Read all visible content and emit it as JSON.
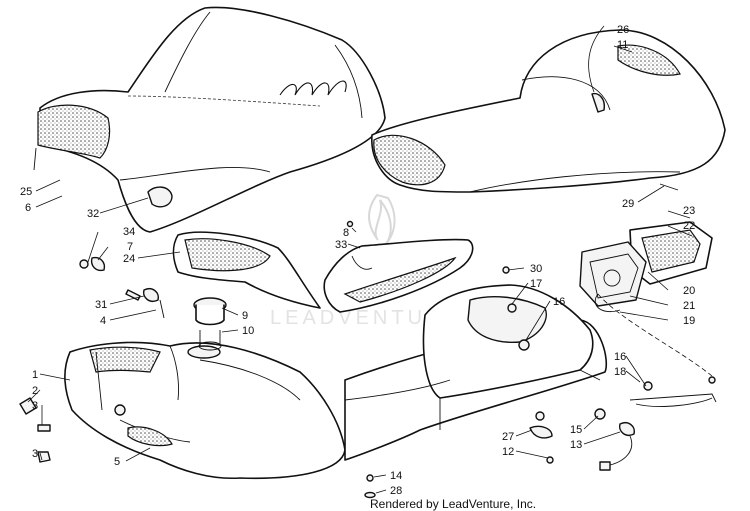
{
  "watermark": {
    "text": "LEADVENTURE"
  },
  "credit": {
    "text": "Rendered by LeadVenture, Inc."
  },
  "callouts": [
    {
      "id": "c-26a",
      "label": "26"
    },
    {
      "id": "c-11",
      "label": "11"
    },
    {
      "id": "c-25",
      "label": "25"
    },
    {
      "id": "c-6",
      "label": "6"
    },
    {
      "id": "c-32",
      "label": "32"
    },
    {
      "id": "c-29",
      "label": "29"
    },
    {
      "id": "c-23",
      "label": "23"
    },
    {
      "id": "c-22",
      "label": "22"
    },
    {
      "id": "c-8",
      "label": "8"
    },
    {
      "id": "c-33",
      "label": "33"
    },
    {
      "id": "c-34",
      "label": "34"
    },
    {
      "id": "c-7",
      "label": "7"
    },
    {
      "id": "c-24",
      "label": "24"
    },
    {
      "id": "c-30",
      "label": "30"
    },
    {
      "id": "c-17",
      "label": "17"
    },
    {
      "id": "c-16a",
      "label": "16"
    },
    {
      "id": "c-20",
      "label": "20"
    },
    {
      "id": "c-21",
      "label": "21"
    },
    {
      "id": "c-19",
      "label": "19"
    },
    {
      "id": "c-31",
      "label": "31"
    },
    {
      "id": "c-9",
      "label": "9"
    },
    {
      "id": "c-4",
      "label": "4"
    },
    {
      "id": "c-10",
      "label": "10"
    },
    {
      "id": "c-1",
      "label": "1"
    },
    {
      "id": "c-2",
      "label": "2"
    },
    {
      "id": "c-3a",
      "label": "3"
    },
    {
      "id": "c-16b",
      "label": "16"
    },
    {
      "id": "c-18",
      "label": "18"
    },
    {
      "id": "c-15",
      "label": "15"
    },
    {
      "id": "c-13",
      "label": "13"
    },
    {
      "id": "c-27",
      "label": "27"
    },
    {
      "id": "c-12",
      "label": "12"
    },
    {
      "id": "c-5",
      "label": "5"
    },
    {
      "id": "c-3b",
      "label": "3"
    },
    {
      "id": "c-14",
      "label": "14"
    },
    {
      "id": "c-28",
      "label": "28"
    }
  ]
}
